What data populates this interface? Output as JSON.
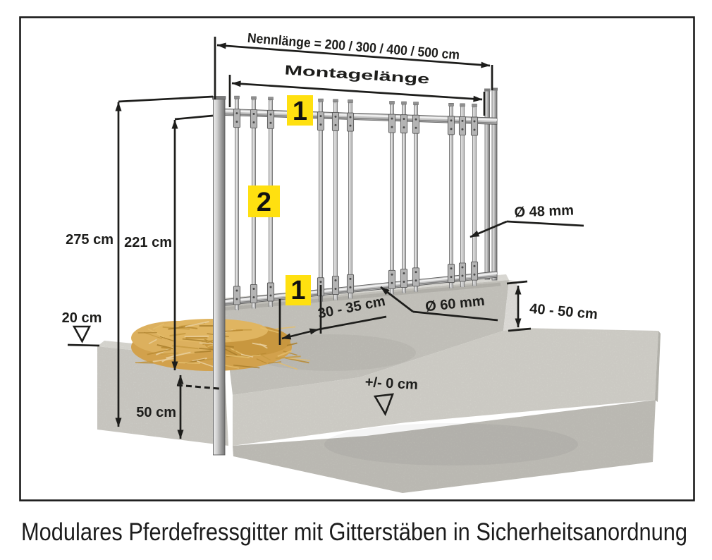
{
  "figure": {
    "caption": "Modulares Pferdefressgitter mit Gitterstäben in Sicherheitsanordnung",
    "labels": {
      "nennlaenge": "Nennlänge = 200 / 300 / 400 / 500 cm",
      "montagelaenge": "Montagelänge",
      "total_height": "275 cm",
      "grid_height": "221 cm",
      "straw_level": "20 cm",
      "post_depth": "50 cm",
      "bar_spacing": "30 - 35 cm",
      "bar_diameter": "Ø 48 mm",
      "rail_diameter": "Ø 60 mm",
      "plinth_height": "40 - 50 cm",
      "floor_level": "+/- 0 cm"
    },
    "markers": {
      "top_rail_marker": "1",
      "bar_marker": "2",
      "bottom_rail_marker": "1"
    },
    "colors": {
      "marker_yellow": "#ffe010",
      "line_black": "#1d1d1b",
      "steel": "#b5b5b5",
      "concrete": "#cdccc5",
      "straw": "#d2a14c"
    }
  }
}
